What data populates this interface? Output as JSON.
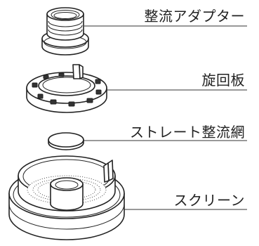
{
  "labels": {
    "adapter": "整流アダプター",
    "rotating_plate": "旋回板",
    "straight_flow_mesh": "ストレート整流網",
    "screen": "スクリーン"
  }
}
